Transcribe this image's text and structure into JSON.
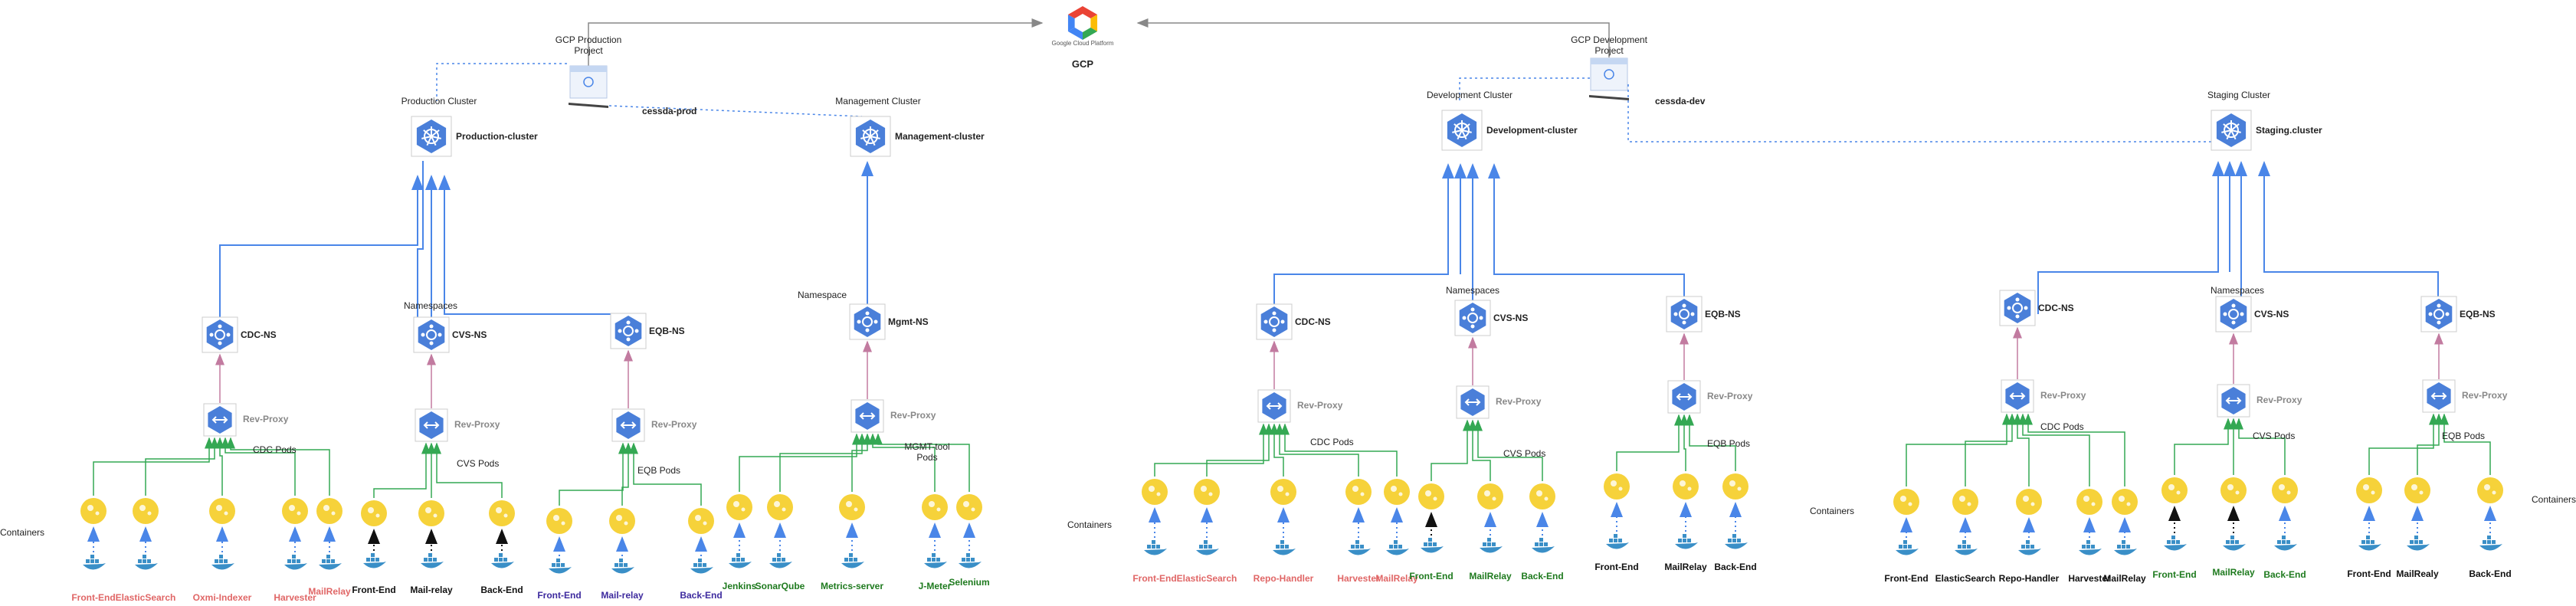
{
  "gcp": {
    "logo_text": "Google Cloud Platform",
    "label": "GCP"
  },
  "projects": [
    {
      "label": "GCP Production Project",
      "name": "cessda-prod"
    },
    {
      "label": "GCP Development Project",
      "name": "cessda-dev"
    }
  ],
  "clusters": [
    {
      "group": "Production Cluster",
      "name": "Production-cluster"
    },
    {
      "group": "Management  Cluster",
      "name": "Management-cluster"
    },
    {
      "group": "Development Cluster",
      "name": "Development-cluster"
    },
    {
      "group": "Staging  Cluster",
      "name": "Staging.cluster"
    }
  ],
  "section_labels": {
    "namespaces": "Namespaces",
    "namespace": "Namespace",
    "containers": "Containers"
  },
  "namespaces": [
    "CDC-NS",
    "CVS-NS",
    "EQB-NS",
    "Mgmt-NS"
  ],
  "proxy_label": "Rev-Proxy",
  "pods": {
    "cdc": "CDC Pods",
    "cvs": "CVS Pods",
    "eqb": "EQB Pods",
    "mgmt": "MGMT-tool Pods"
  },
  "containers": {
    "prod_cdc": [
      "Front-End",
      "ElasticSearch",
      "Oxmi-Indexer",
      "Harvester",
      "MailRelay"
    ],
    "prod_cvs": [
      "Front-End",
      "Mail-relay",
      "Back-End"
    ],
    "prod_eqb": [
      "Front-End",
      "Mail-relay",
      "Back-End"
    ],
    "mgmt": [
      "Jenkins",
      "SonarQube",
      "Metrics-server",
      "J-Meter",
      "Selenium"
    ],
    "dev_cdc": [
      "Front-End",
      "ElasticSearch",
      "Repo-Handler",
      "Harvester",
      "MailRelay"
    ],
    "dev_cvs": [
      "Front-End",
      "MailRelay",
      "Back-End"
    ],
    "dev_eqb": [
      "Front-End",
      "MailRelay",
      "Back-End"
    ],
    "stg_cdc": [
      "Front-End",
      "ElasticSearch",
      "Repo-Handler",
      "Harvester",
      "MailRelay"
    ],
    "stg_cvs": [
      "Front-End",
      "MailRelay",
      "Back-End"
    ],
    "stg_eqb": [
      "Front-End",
      "MailRealy",
      "Back-End"
    ]
  },
  "colors": {
    "arrow_gray": "#888888",
    "dashed_blue": "#4a86e8",
    "blue": "#4a86e8",
    "pink": "#c27ba0",
    "green": "#34a853",
    "dotted_blue": "#4a86e8",
    "dotted_black": "#111111",
    "red_text": "#e06666",
    "purple_text": "#3d2a9e",
    "green_text": "#1e7a1e",
    "black_text": "#111111",
    "hex_blue": "#4a7fd9",
    "pod_yellow": "#f6d23a",
    "docker_blue": "#3a8fc7"
  }
}
